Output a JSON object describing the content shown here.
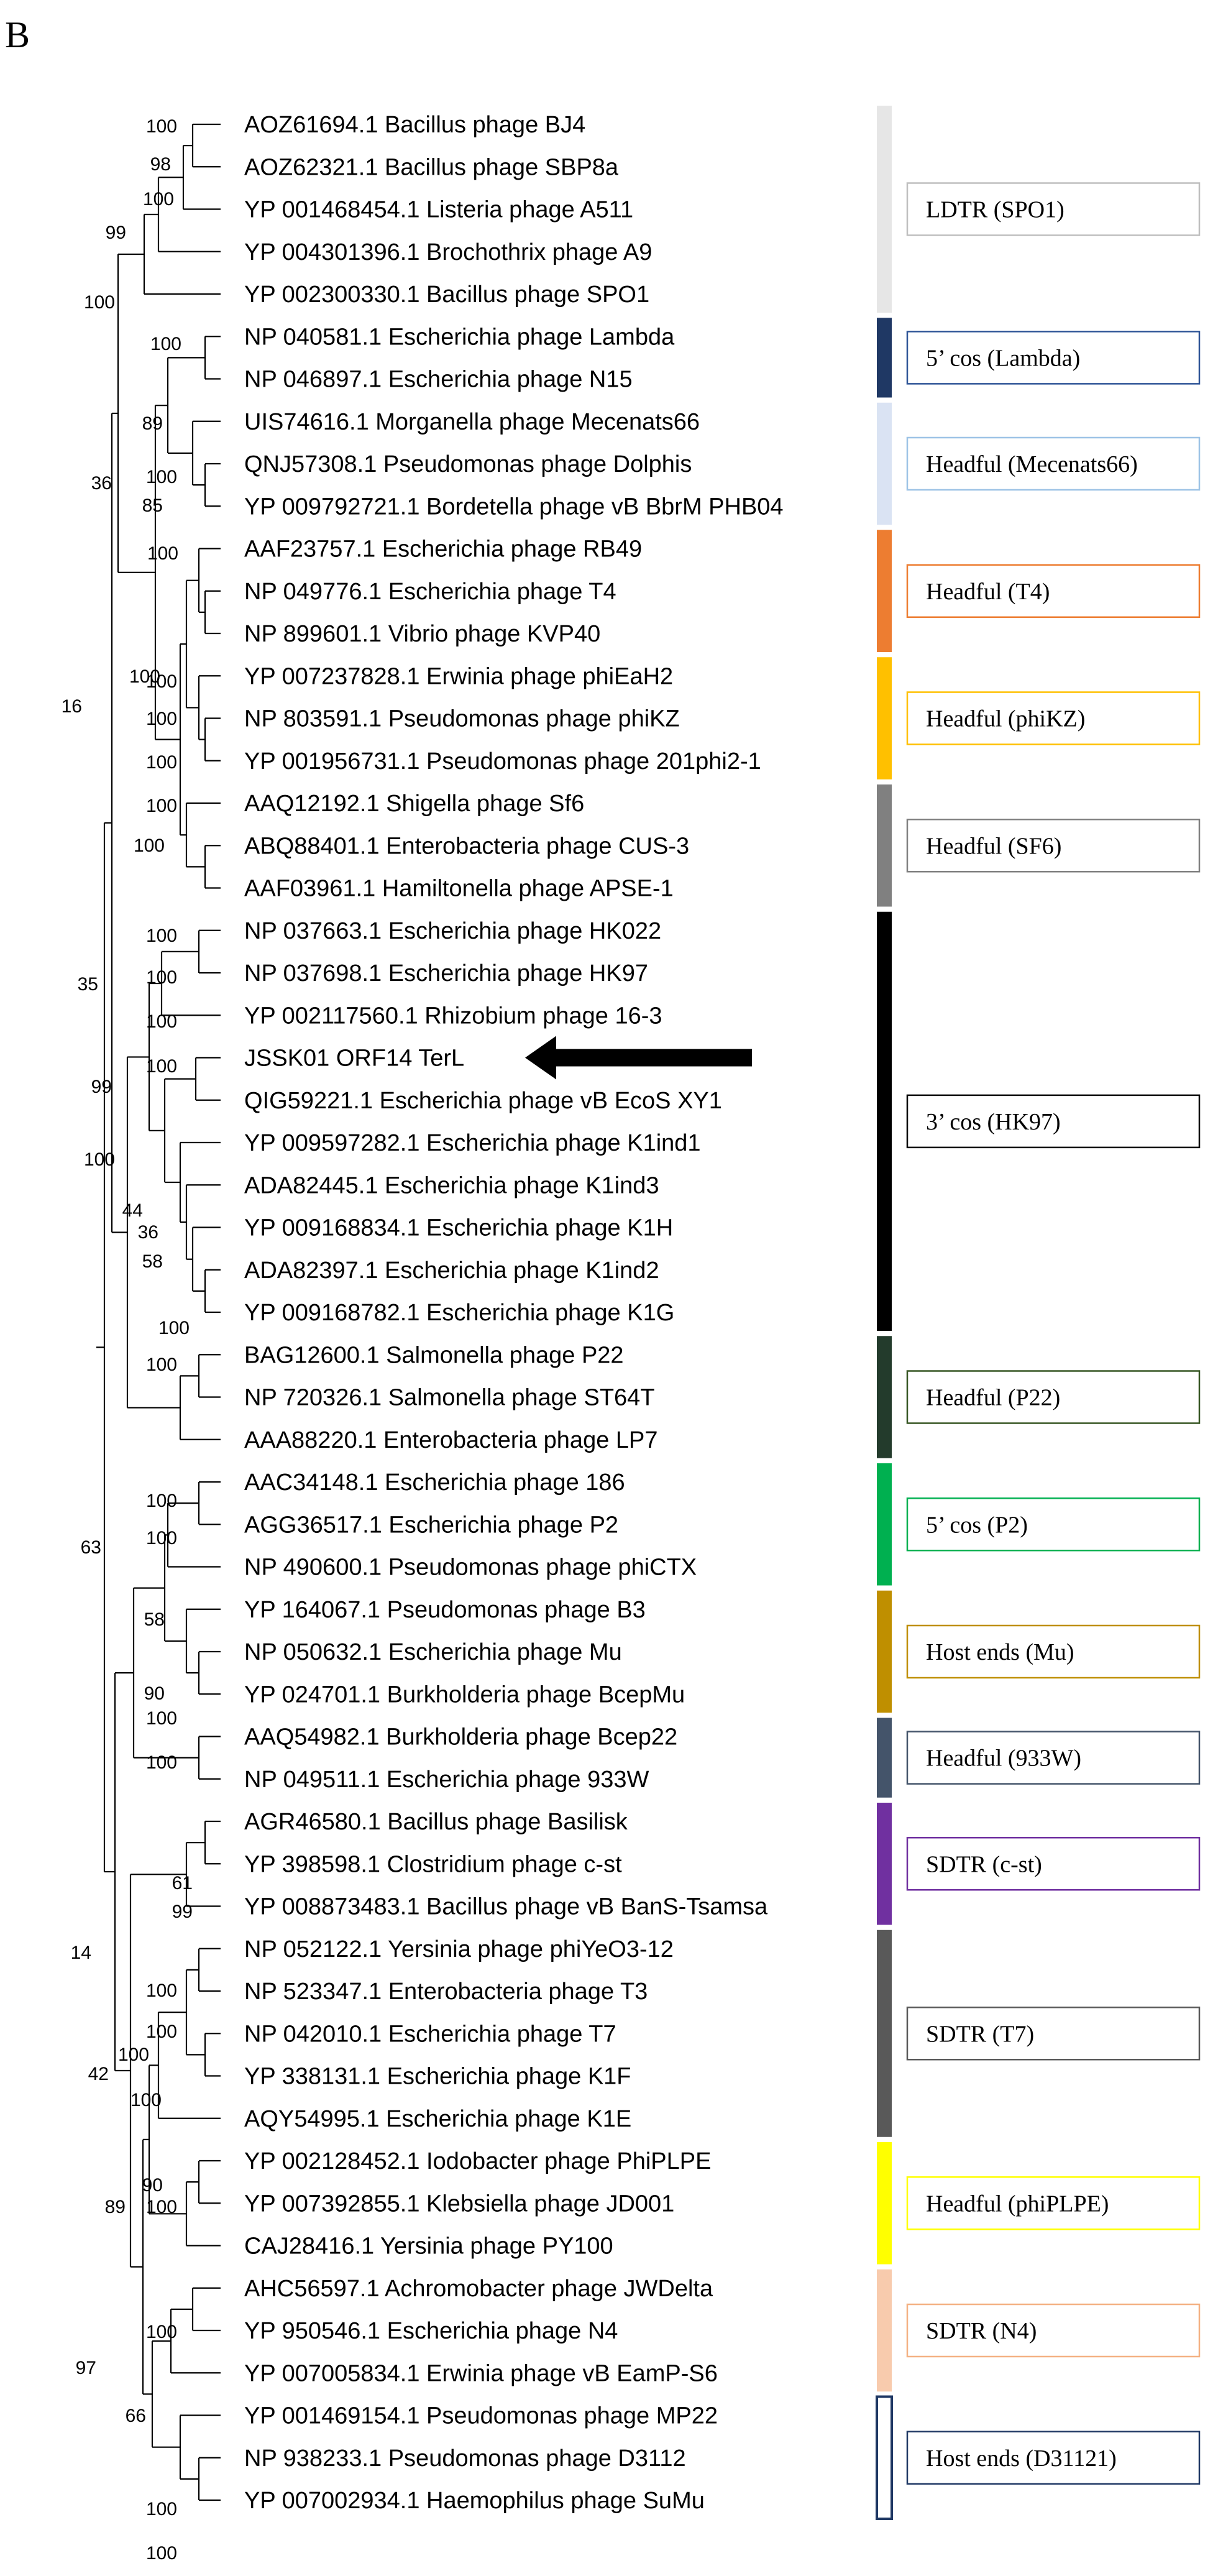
{
  "panel_label": "B",
  "taxa": [
    "AOZ61694.1 Bacillus phage BJ4",
    "AOZ62321.1 Bacillus phage SBP8a",
    "YP 001468454.1 Listeria phage A511",
    "YP 004301396.1 Brochothrix phage A9",
    "YP 002300330.1 Bacillus phage SPO1",
    "NP 040581.1 Escherichia phage Lambda",
    "NP 046897.1 Escherichia phage N15",
    "UIS74616.1 Morganella phage Mecenats66",
    "QNJ57308.1 Pseudomonas phage Dolphis",
    "YP 009792721.1 Bordetella phage vB BbrM PHB04",
    "AAF23757.1 Escherichia phage RB49",
    "NP 049776.1 Escherichia phage T4",
    "NP 899601.1 Vibrio phage KVP40",
    "YP 007237828.1 Erwinia phage phiEaH2",
    "NP 803591.1 Pseudomonas phage phiKZ",
    "YP 001956731.1 Pseudomonas phage 201phi2-1",
    "AAQ12192.1 Shigella phage Sf6",
    "ABQ88401.1 Enterobacteria phage CUS-3",
    "AAF03961.1 Hamiltonella phage APSE-1",
    "NP 037663.1 Escherichia phage HK022",
    "NP 037698.1 Escherichia phage HK97",
    "YP 002117560.1 Rhizobium phage 16-3",
    "JSSK01 ORF14 TerL",
    "QIG59221.1 Escherichia phage vB EcoS XY1",
    "YP 009597282.1 Escherichia phage K1ind1",
    "ADA82445.1 Escherichia phage K1ind3",
    "YP 009168834.1 Escherichia phage K1H",
    "ADA82397.1 Escherichia phage K1ind2",
    "YP 009168782.1 Escherichia phage K1G",
    "BAG12600.1 Salmonella phage P22",
    "NP 720326.1 Salmonella phage ST64T",
    "AAA88220.1 Enterobacteria phage LP7",
    "AAC34148.1 Escherichia phage 186",
    "AGG36517.1 Escherichia phage P2",
    "NP 490600.1 Pseudomonas phage phiCTX",
    "YP 164067.1 Pseudomonas phage B3",
    "NP 050632.1 Escherichia phage Mu",
    "YP 024701.1 Burkholderia phage BcepMu",
    "AAQ54982.1 Burkholderia phage Bcep22",
    "NP 049511.1 Escherichia phage 933W",
    "AGR46580.1 Bacillus phage Basilisk",
    "YP 398598.1 Clostridium phage c-st",
    "YP 008873483.1 Bacillus phage vB BanS-Tsamsa",
    "NP 052122.1 Yersinia phage phiYeO3-12",
    "NP 523347.1 Enterobacteria phage T3",
    "NP 042010.1 Escherichia phage T7",
    "YP 338131.1 Escherichia phage K1F",
    "AQY54995.1 Escherichia phage K1E",
    "YP 002128452.1 Iodobacter phage PhiPLPE",
    "YP 007392855.1 Klebsiella phage JD001",
    "CAJ28416.1 Yersinia phage PY100",
    "AHC56597.1 Achromobacter phage JWDelta",
    "YP 950546.1 Escherichia phage N4",
    "YP 007005834.1 Erwinia phage vB EamP-S6",
    "YP 001469154.1 Pseudomonas phage MP22",
    "NP 938233.1 Pseudomonas phage D3112",
    "YP 007002934.1 Haemophilus phage SuMu"
  ],
  "highlighted_taxon": "JSSK01 ORF14 TerL",
  "bootstrap_values": [
    "100",
    "98",
    "100",
    "99",
    "100",
    "100",
    "89",
    "100",
    "85",
    "36",
    "100",
    "100",
    "100",
    "100",
    "100",
    "16",
    "100",
    "100",
    "35",
    "100",
    "100",
    "100",
    "99",
    "100",
    "100",
    "44",
    "36",
    "58",
    "100",
    "100",
    "100",
    "63",
    "100",
    "58",
    "90",
    "100",
    "100",
    "61",
    "99",
    "14",
    "100",
    "100",
    "42",
    "100",
    "100",
    "90",
    "89",
    "100",
    "97",
    "100",
    "66",
    "100",
    "100"
  ],
  "clades": [
    {
      "label": "LDTR (SPO1)",
      "color": "#e6e6e6",
      "border": "#bfbfbf"
    },
    {
      "label": "5’ cos (Lambda)",
      "color": "#1f3864",
      "border": "#2f5597"
    },
    {
      "label": "Headful (Mecenats66)",
      "color": "#dae3f3",
      "border": "#9dc3e6"
    },
    {
      "label": "Headful (T4)",
      "color": "#ed7d31",
      "border": "#ed7d31"
    },
    {
      "label": "Headful (phiKZ)",
      "color": "#ffc000",
      "border": "#ffc000"
    },
    {
      "label": "Headful (SF6)",
      "color": "#808080",
      "border": "#808080"
    },
    {
      "label": "3’ cos (HK97)",
      "color": "#000000",
      "border": "#000000"
    },
    {
      "label": "Headful (P22)",
      "color": "#233b2c",
      "border": "#375623"
    },
    {
      "label": "5’ cos (P2)",
      "color": "#00b050",
      "border": "#00b050"
    },
    {
      "label": "Host ends (Mu)",
      "color": "#bf8f00",
      "border": "#bf8f00"
    },
    {
      "label": "Headful (933W)",
      "color": "#44546a",
      "border": "#44546a"
    },
    {
      "label": "SDTR (c-st)",
      "color": "#7030a0",
      "border": "#7030a0"
    },
    {
      "label": "SDTR (T7)",
      "color": "#595959",
      "border": "#595959"
    },
    {
      "label": "Headful (phiPLPE)",
      "color": "#ffff00",
      "border": "#ffff00"
    },
    {
      "label": "SDTR (N4)",
      "color": "#f8cbad",
      "border": "#f4b183"
    },
    {
      "label": "Host ends (D31121)",
      "color": "#ffffff",
      "border": "#1f3864"
    }
  ]
}
